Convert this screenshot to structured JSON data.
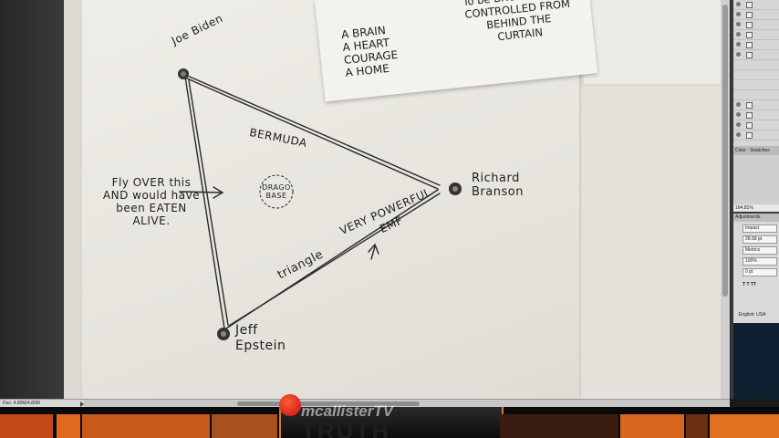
{
  "board": {
    "node_top": "Joe Biden",
    "node_right": "Richard Branson",
    "node_bottom": "Jeff Epstein",
    "edge_top": "BERMUDA",
    "edge_bottom": "triangle",
    "center_label": "DRAGO BASE",
    "left_note": "Fly OVER this AND would have been EATEN ALIVE.",
    "emf_note": "VERY POWERFUL EMF"
  },
  "note_card": {
    "list": [
      "A BRAIN",
      "A HEART",
      "COURAGE",
      "A HOME"
    ],
    "outcome": "To be BROKEN THEN CONTROLLED FROM BEHIND THE CURTAIN"
  },
  "photoshop": {
    "panel_tabs": [
      "Color",
      "Swatches"
    ],
    "zoom_value": "164.81%",
    "adjustments_tab": "Adjustments",
    "font_name": "Impact",
    "font_size": "28.68 pt",
    "kerning": "Metrics",
    "scale": "100%",
    "baseline": "0 pt",
    "type_buttons": "T T TT",
    "language": "English: USA",
    "doc_info": "Doc: 4.80M/4.80M"
  },
  "banner": {
    "watermark": "mcallisterTV",
    "title": "TRUTH"
  },
  "colors": {
    "accent_orange": "#d8651e",
    "logo_red": "#e0281a",
    "paper": "#ecebe5"
  }
}
